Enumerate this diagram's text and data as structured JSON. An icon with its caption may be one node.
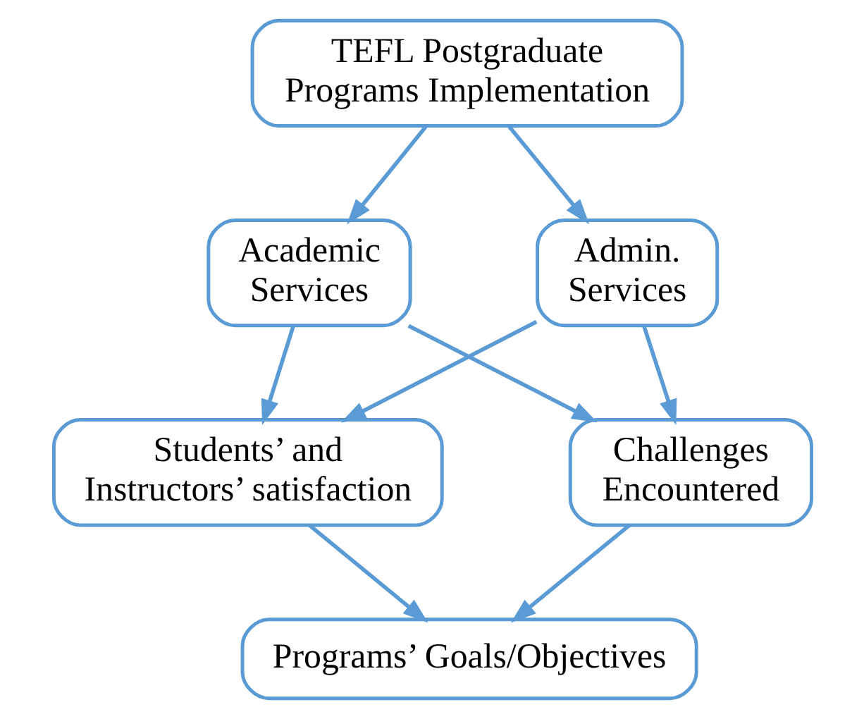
{
  "diagram": {
    "nodes": [
      {
        "text": [
          "TEFL Postgraduate Programs Implementation"
        ]
      },
      {
        "text": [
          "Academic Services"
        ]
      },
      {
        "text": [
          "Admin. Services"
        ]
      },
      {
        "text": [
          "Students’ and Instructors’ satisfaction"
        ]
      },
      {
        "text": [
          "Challenges Encountered"
        ]
      },
      {
        "text": [
          "Programs’ Goals/Objectives"
        ]
      }
    ],
    "edges": [
      {
        "from": 0,
        "to": 1,
        "arrow": "to"
      },
      {
        "from": 0,
        "to": 2,
        "arrow": "to"
      },
      {
        "from": 1,
        "to": 3,
        "arrow": "to"
      },
      {
        "from": 1,
        "to": 4,
        "arrow": "to"
      },
      {
        "from": 2,
        "to": 3,
        "arrow": "to"
      },
      {
        "from": 2,
        "to": 4,
        "arrow": "to"
      },
      {
        "from": 3,
        "to": 5,
        "arrow": "to"
      },
      {
        "from": 4,
        "to": 5,
        "arrow": "to"
      }
    ]
  }
}
